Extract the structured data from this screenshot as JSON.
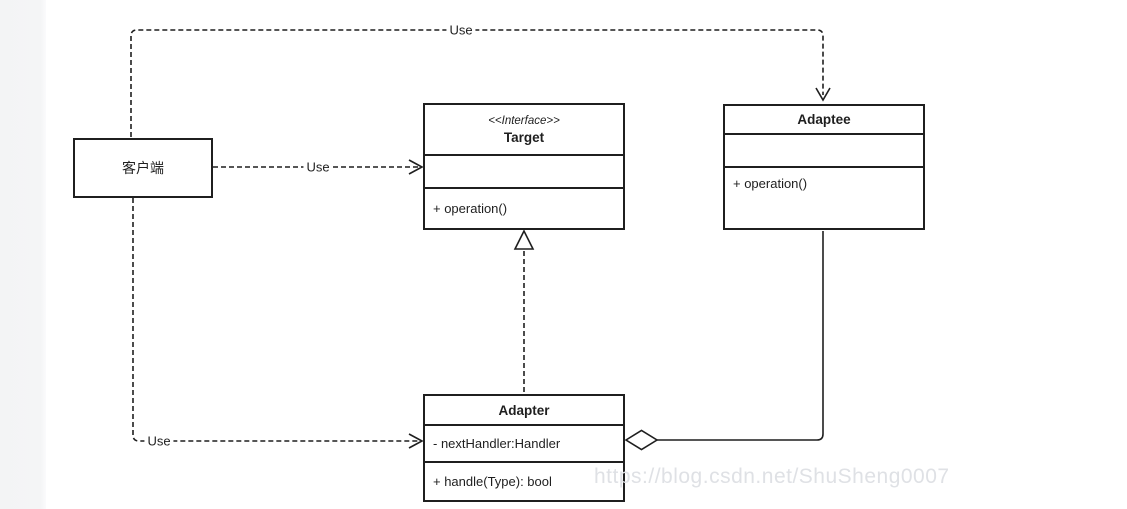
{
  "classes": {
    "client": {
      "name": "客户端"
    },
    "target": {
      "stereotype": "<<Interface>>",
      "name": "Target",
      "method": "+ operation()"
    },
    "adaptee": {
      "name": "Adaptee",
      "method": "+ operation()"
    },
    "adapter": {
      "name": "Adapter",
      "attribute": "- nextHandler:Handler",
      "method": "+ handle(Type): bool"
    }
  },
  "edges": {
    "top_use": {
      "label": "Use"
    },
    "mid_use": {
      "label": "Use"
    },
    "bottom_use": {
      "label": "Use"
    }
  },
  "watermark": {
    "text": "https://blog.csdn.net/ShuSheng0007"
  },
  "colors": {
    "line": "#1f1f1f",
    "watermark": "#dfe1e5",
    "gutter": "#f4f5f6"
  }
}
